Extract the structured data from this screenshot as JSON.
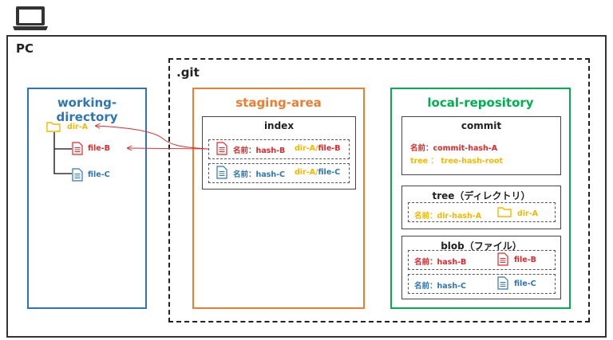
{
  "pc": {
    "label": "PC"
  },
  "git": {
    "label": ".git"
  },
  "working_directory": {
    "title": "working-directory",
    "dir": "dir-A",
    "file_b": "file-B",
    "file_c": "file-C"
  },
  "staging_area": {
    "title": "staging-area",
    "index": {
      "title": "index",
      "entries": [
        {
          "name": "名前：hash-B",
          "dir": "dir-A/",
          "file": "file-B"
        },
        {
          "name": "名前：hash-C",
          "dir": "dir-A/",
          "file": "file-C"
        }
      ]
    }
  },
  "local_repository": {
    "title": "local-repository",
    "commit": {
      "title": "commit",
      "name": "名前：commit-hash-A",
      "tree": "tree ： tree-hash-root"
    },
    "tree": {
      "title": "tree（ディレクトリ）",
      "name": "名前：dir-hash-A",
      "dir": "dir-A"
    },
    "blob": {
      "title": "blob（ファイル）",
      "entries": [
        {
          "name": "名前：hash-B",
          "file": "file-B"
        },
        {
          "name": "名前：hash-C",
          "file": "file-C"
        }
      ]
    }
  },
  "colors": {
    "working_directory": "#2e75b6",
    "staging_area": "#ed7d31",
    "local_repository": "#00b050",
    "red": "#e0282a",
    "blue": "#2e75b6",
    "yellow": "#f5b800"
  },
  "icons": [
    "laptop-icon",
    "folder-icon",
    "file-icon"
  ]
}
